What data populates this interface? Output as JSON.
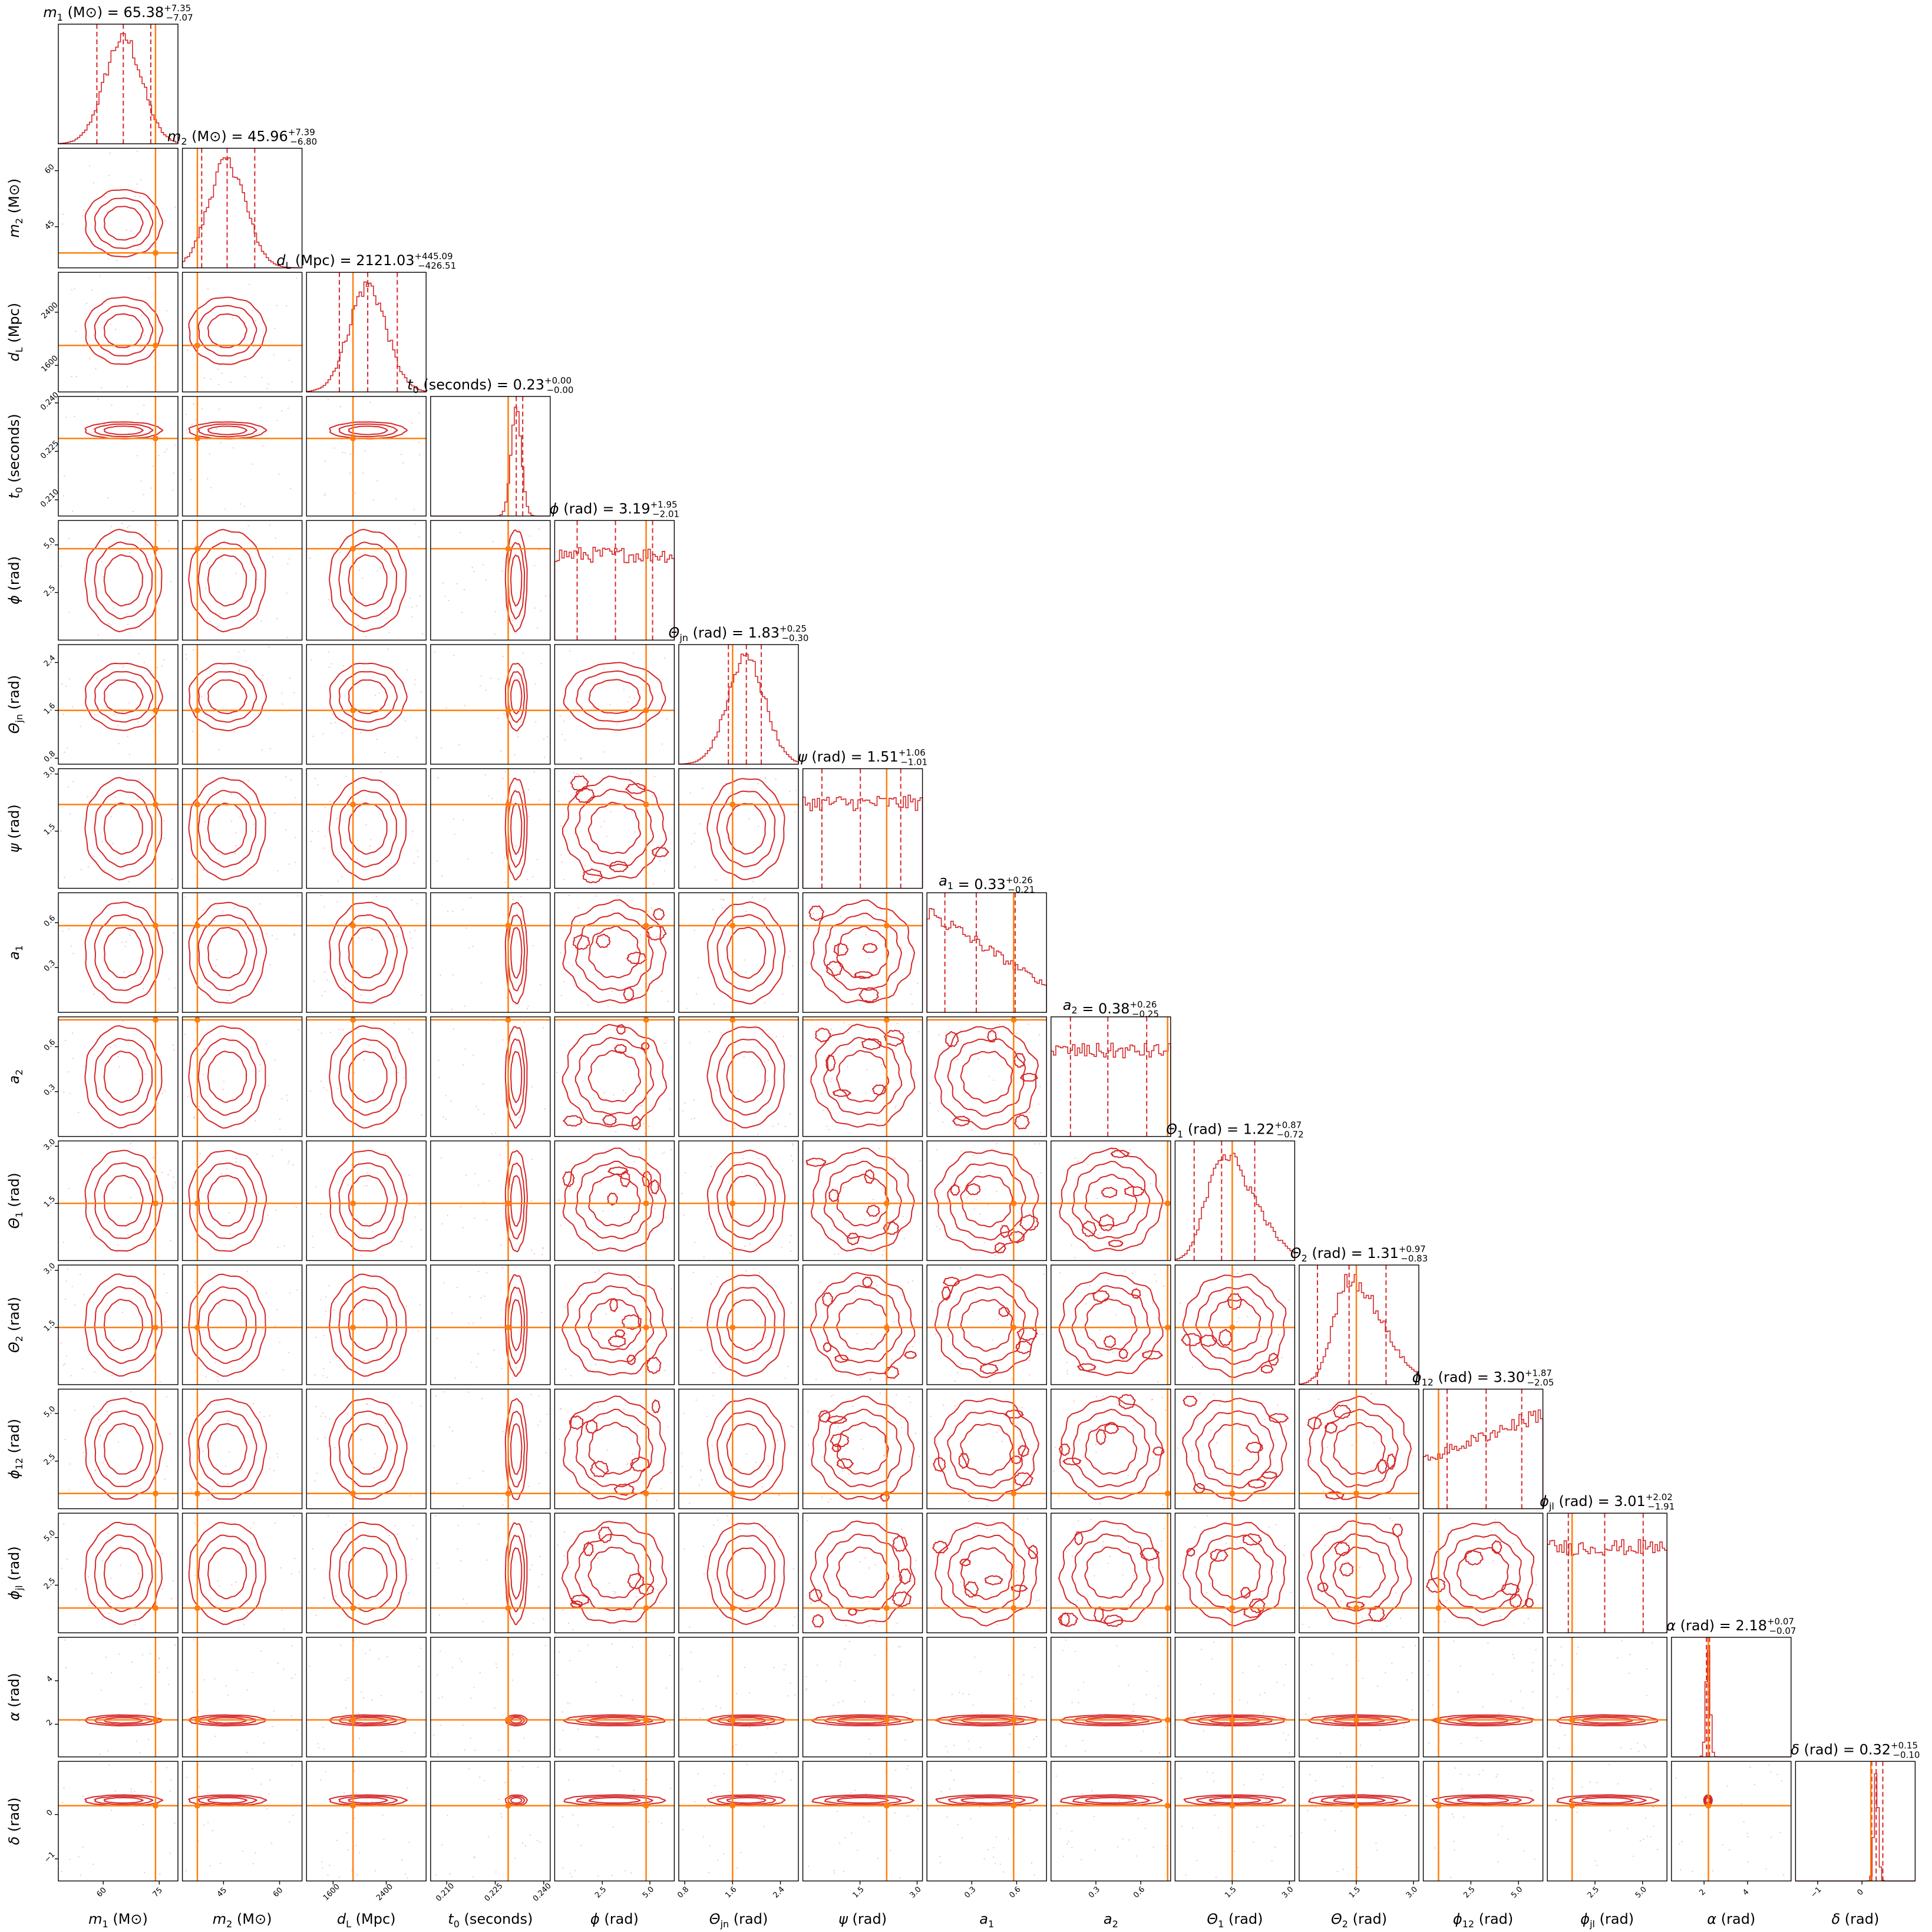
{
  "chart_data": {
    "type": "corner",
    "description_of_marks": "triangle grid of 1-D histograms (diagonal) and 2-D contour plots (lower triangle); dashed lines mark 16/50/84 percentiles; solid orange lines mark injected truth values",
    "colors": {
      "posterior": "#d62728",
      "truth": "#ff7f0e",
      "frame": "#000000"
    },
    "parameters": [
      {
        "key": "m1",
        "label_sym": "m",
        "label_sub": "1",
        "label_unit": " (M⊙)",
        "title": " = 65.38",
        "up": "+7.35",
        "lo": "−7.07",
        "range": [
          48,
          80
        ],
        "median": 65.38,
        "q_low": 58.31,
        "q_high": 72.73,
        "truth": 74.0,
        "ticks": [
          60,
          75
        ],
        "tick_labels": [
          "60",
          "75"
        ],
        "shape": "bell"
      },
      {
        "key": "m2",
        "label_sym": "m",
        "label_sub": "2",
        "label_unit": " (M⊙)",
        "title": " = 45.96",
        "up": "+7.39",
        "lo": "−6.80",
        "range": [
          34,
          66
        ],
        "median": 45.96,
        "q_low": 39.16,
        "q_high": 53.35,
        "truth": 38.0,
        "ticks": [
          45,
          60
        ],
        "tick_labels": [
          "45",
          "60"
        ],
        "shape": "bell"
      },
      {
        "key": "dL",
        "label_sym": "d",
        "label_sub": "L",
        "label_unit": " (Mpc)",
        "title": " = 2121.03",
        "up": "+445.09",
        "lo": "−426.51",
        "range": [
          1200,
          3000
        ],
        "median": 2121.03,
        "q_low": 1694.52,
        "q_high": 2566.12,
        "truth": 1900,
        "ticks": [
          1600,
          2400
        ],
        "tick_labels": [
          "1600",
          "2400"
        ],
        "shape": "bell"
      },
      {
        "key": "t0",
        "label_sym": "t",
        "label_sub": "0",
        "label_unit": " (seconds)",
        "title": " = 0.23",
        "up": "+0.00",
        "lo": "−0.00",
        "range": [
          0.205,
          0.242
        ],
        "median": 0.2315,
        "q_low": 0.229,
        "q_high": 0.2335,
        "truth": 0.229,
        "ticks": [
          0.21,
          0.225,
          0.24
        ],
        "tick_labels": [
          "0.210",
          "0.225",
          "0.240"
        ],
        "shape": "narrow"
      },
      {
        "key": "phi",
        "label_sym": "ϕ",
        "label_sub": "",
        "label_unit": " (rad)",
        "title": " = 3.19",
        "up": "+1.95",
        "lo": "−2.01",
        "range": [
          0,
          6.28
        ],
        "median": 3.19,
        "q_low": 1.18,
        "q_high": 5.14,
        "truth": 4.8,
        "ticks": [
          2.5,
          5.0
        ],
        "tick_labels": [
          "2.5",
          "5.0"
        ],
        "shape": "flat"
      },
      {
        "key": "thetajn",
        "label_sym": "Θ",
        "label_sub": "jn",
        "label_unit": " (rad)",
        "title": " = 1.83",
        "up": "+0.25",
        "lo": "−0.30",
        "range": [
          0.7,
          2.7
        ],
        "median": 1.83,
        "q_low": 1.53,
        "q_high": 2.08,
        "truth": 1.6,
        "ticks": [
          0.8,
          1.6,
          2.4
        ],
        "tick_labels": [
          "0.8",
          "1.6",
          "2.4"
        ],
        "shape": "bell"
      },
      {
        "key": "psi",
        "label_sym": "ψ",
        "label_sub": "",
        "label_unit": " (rad)",
        "title": " = 1.51",
        "up": "+1.06",
        "lo": "−1.01",
        "range": [
          0,
          3.14
        ],
        "median": 1.51,
        "q_low": 0.5,
        "q_high": 2.57,
        "truth": 2.2,
        "ticks": [
          1.5,
          3.0
        ],
        "tick_labels": [
          "1.5",
          "3.0"
        ],
        "shape": "flat"
      },
      {
        "key": "a1",
        "label_sym": "a",
        "label_sub": "1",
        "label_unit": "",
        "title": " = 0.33",
        "up": "+0.26",
        "lo": "−0.21",
        "range": [
          0,
          0.8
        ],
        "median": 0.33,
        "q_low": 0.12,
        "q_high": 0.59,
        "truth": 0.58,
        "ticks": [
          0.3,
          0.6
        ],
        "tick_labels": [
          "0.3",
          "0.6"
        ],
        "shape": "decay"
      },
      {
        "key": "a2",
        "label_sym": "a",
        "label_sub": "2",
        "label_unit": "",
        "title": " = 0.38",
        "up": "+0.26",
        "lo": "−0.25",
        "range": [
          0,
          0.8
        ],
        "median": 0.38,
        "q_low": 0.13,
        "q_high": 0.64,
        "truth": 0.78,
        "ticks": [
          0.3,
          0.6
        ],
        "tick_labels": [
          "0.3",
          "0.6"
        ],
        "shape": "flat"
      },
      {
        "key": "theta1",
        "label_sym": "Θ",
        "label_sub": "1",
        "label_unit": " (rad)",
        "title": " = 1.22",
        "up": "+0.87",
        "lo": "−0.72",
        "range": [
          0,
          3.14
        ],
        "median": 1.22,
        "q_low": 0.5,
        "q_high": 2.09,
        "truth": 1.5,
        "ticks": [
          1.5,
          3.0
        ],
        "tick_labels": [
          "1.5",
          "3.0"
        ],
        "shape": "skew"
      },
      {
        "key": "theta2",
        "label_sym": "Θ",
        "label_sub": "2",
        "label_unit": " (rad)",
        "title": " = 1.31",
        "up": "+0.97",
        "lo": "−0.83",
        "range": [
          0,
          3.14
        ],
        "median": 1.31,
        "q_low": 0.48,
        "q_high": 2.28,
        "truth": 1.5,
        "ticks": [
          1.5,
          3.0
        ],
        "tick_labels": [
          "1.5",
          "3.0"
        ],
        "shape": "skew"
      },
      {
        "key": "phi12",
        "label_sym": "ϕ",
        "label_sub": "12",
        "label_unit": " (rad)",
        "title": " = 3.30",
        "up": "+1.87",
        "lo": "−2.05",
        "range": [
          0,
          6.28
        ],
        "median": 3.3,
        "q_low": 1.25,
        "q_high": 5.17,
        "truth": 0.8,
        "ticks": [
          2.5,
          5.0
        ],
        "tick_labels": [
          "2.5",
          "5.0"
        ],
        "shape": "rise"
      },
      {
        "key": "phijl",
        "label_sym": "ϕ",
        "label_sub": "jl",
        "label_unit": " (rad)",
        "title": " = 3.01",
        "up": "+2.02",
        "lo": "−1.91",
        "range": [
          0,
          6.28
        ],
        "median": 3.01,
        "q_low": 1.1,
        "q_high": 5.03,
        "truth": 1.3,
        "ticks": [
          2.5,
          5.0
        ],
        "tick_labels": [
          "2.5",
          "5.0"
        ],
        "shape": "flat"
      },
      {
        "key": "alpha",
        "label_sym": "α",
        "label_sub": "",
        "label_unit": " (rad)",
        "title": " = 2.18",
        "up": "+0.07",
        "lo": "−0.07",
        "range": [
          0.5,
          6.0
        ],
        "median": 2.18,
        "q_low": 2.11,
        "q_high": 2.25,
        "truth": 2.2,
        "ticks": [
          2,
          4
        ],
        "tick_labels": [
          "2",
          "4"
        ],
        "shape": "spike"
      },
      {
        "key": "delta",
        "label_sym": "δ",
        "label_sub": "",
        "label_unit": " (rad)",
        "title": " = 0.32",
        "up": "+0.15",
        "lo": "−0.10",
        "range": [
          -1.5,
          1.2
        ],
        "median": 0.32,
        "q_low": 0.22,
        "q_high": 0.47,
        "truth": 0.2,
        "ticks": [
          -1,
          0
        ],
        "tick_labels": [
          "−1",
          "0"
        ],
        "shape": "spike"
      }
    ]
  }
}
